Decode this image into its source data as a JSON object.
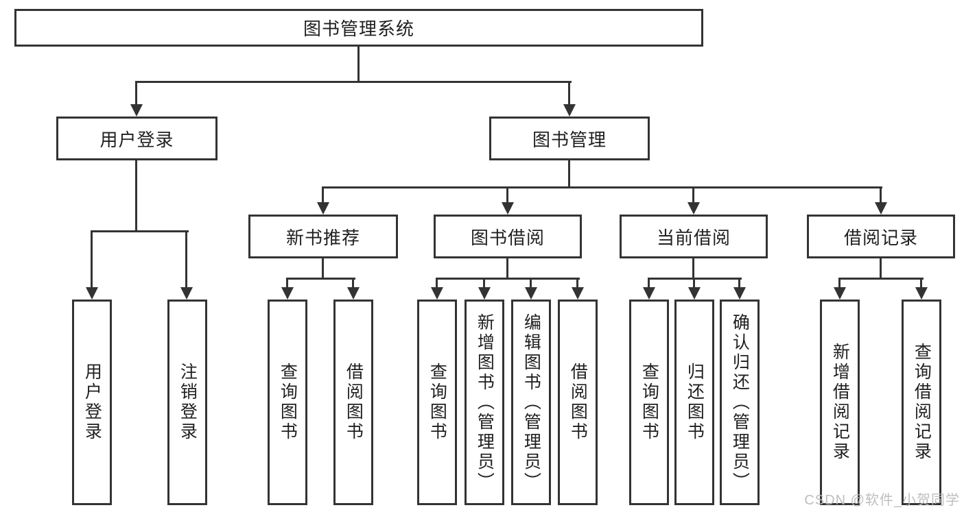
{
  "diagram": {
    "title_node": {
      "label": "图书管理系统"
    },
    "level2": [
      {
        "id": "user-login",
        "label": "用户登录",
        "parent": "图书管理系统"
      },
      {
        "id": "book-management",
        "label": "图书管理",
        "parent": "图书管理系统"
      }
    ],
    "level3": [
      {
        "id": "new-book-recommendation",
        "label": "新书推荐",
        "parent": "图书管理"
      },
      {
        "id": "book-borrowing",
        "label": "图书借阅",
        "parent": "图书管理"
      },
      {
        "id": "current-borrowing",
        "label": "当前借阅",
        "parent": "图书管理"
      },
      {
        "id": "borrowing-records",
        "label": "借阅记录",
        "parent": "图书管理"
      }
    ],
    "leaves": [
      {
        "label": "用户登录",
        "parent": "用户登录"
      },
      {
        "label": "注销登录",
        "parent": "用户登录"
      },
      {
        "label": "查询图书",
        "parent": "新书推荐"
      },
      {
        "label": "借阅图书",
        "parent": "新书推荐"
      },
      {
        "label": "查询图书",
        "parent": "图书借阅"
      },
      {
        "label": "新增图书（管理员）",
        "parent": "图书借阅"
      },
      {
        "label": "编辑图书（管理员）",
        "parent": "图书借阅"
      },
      {
        "label": "借阅图书",
        "parent": "图书借阅"
      },
      {
        "label": "查询图书",
        "parent": "当前借阅"
      },
      {
        "label": "归还图书",
        "parent": "当前借阅"
      },
      {
        "label": "确认归还（管理员）",
        "parent": "当前借阅"
      },
      {
        "label": "新增借阅记录",
        "parent": "借阅记录"
      },
      {
        "label": "查询借阅记录",
        "parent": "借阅记录"
      }
    ]
  },
  "watermark": {
    "text": "CSDN @软件_小贺同学",
    "color": "#bababa"
  },
  "colors": {
    "line": "#333333",
    "text": "#1f1f1f",
    "background": "#ffffff"
  }
}
